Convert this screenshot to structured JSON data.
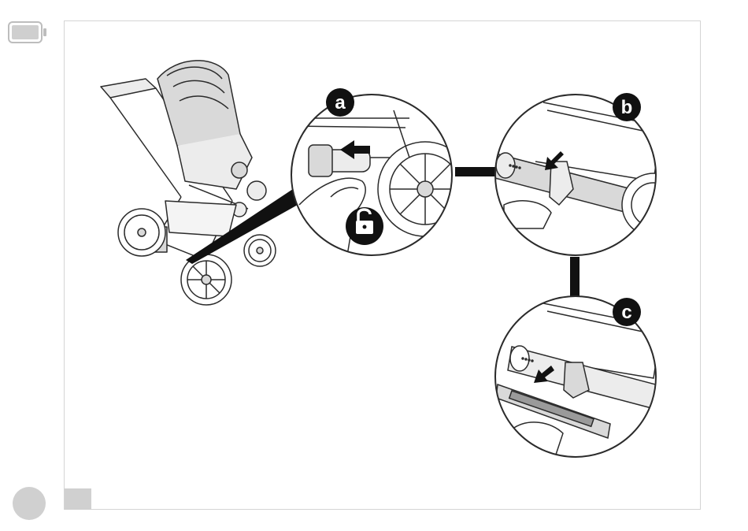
{
  "steps": [
    {
      "label": "a",
      "description_icon": "unlock-icon"
    },
    {
      "label": "b",
      "description_icon": "arrow-icon"
    },
    {
      "label": "c",
      "description_icon": "arrow-icon"
    }
  ],
  "colors": {
    "line": "#2b2b2b",
    "shade": "#d9d9d9",
    "shade_light": "#ececec",
    "badge": "#111111",
    "frame": "#d4d4d4",
    "tab": "#d0d0d0"
  }
}
